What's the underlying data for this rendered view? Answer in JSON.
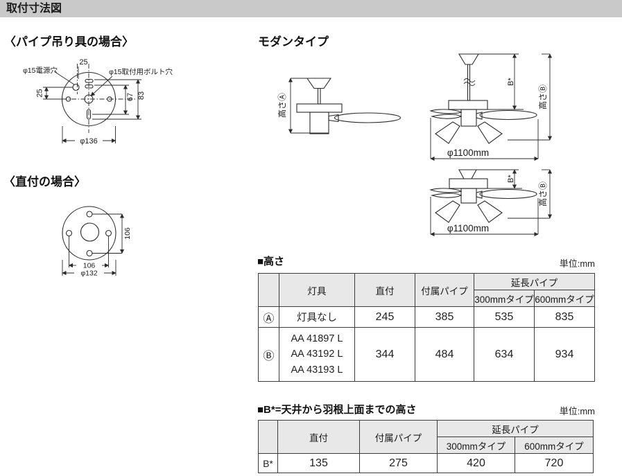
{
  "title_bar": {
    "text": "取付寸法図"
  },
  "pipe_mount": {
    "heading": "〈パイプ吊り具の場合〉",
    "power_hole_label": "φ15電源穴",
    "bolt_hole_label": "φ15取付用ボルト穴",
    "dim_top": "25",
    "dim_left": "25",
    "dim_inner": "67",
    "dim_outer": "83",
    "dim_diameter": "φ136"
  },
  "direct_mount": {
    "heading": "〈直付の場合〉",
    "dim_vertical": "106",
    "dim_horizontal": "106",
    "dim_diameter": "φ132"
  },
  "modern": {
    "heading": "モダンタイプ",
    "fan_a_height_label": "高さⒶ",
    "fan_b_height_label": "高さⒷ",
    "fan_b_bstar": "B*",
    "fan_b_diameter": "φ1100mm",
    "fan_c_height_label": "高さⒷ",
    "fan_c_bstar": "B*",
    "fan_c_diameter": "φ1100mm"
  },
  "height_table": {
    "title": "■高さ",
    "unit": "単位:mm",
    "headers": {
      "lamp": "灯具",
      "direct": "直付",
      "included_pipe": "付属パイプ",
      "extension_pipe": "延長パイプ",
      "type_300": "300mmタイプ",
      "type_600": "600mmタイプ"
    },
    "row_a": {
      "mark": "Ⓐ",
      "lamp": "灯具なし",
      "direct": "245",
      "included_pipe": "385",
      "type_300": "535",
      "type_600": "835"
    },
    "row_b": {
      "mark": "Ⓑ",
      "lamp_lines": [
        "AA 41897 L",
        "AA 43192 L",
        "AA 43193 L"
      ],
      "direct": "344",
      "included_pipe": "484",
      "type_300": "634",
      "type_600": "934"
    }
  },
  "bstar_table": {
    "title": "■B*=天井から羽根上面までの高さ",
    "unit": "単位:mm",
    "headers": {
      "direct": "直付",
      "included_pipe": "付属パイプ",
      "extension_pipe": "延長パイプ",
      "type_300": "300mmタイプ",
      "type_600": "600mmタイプ"
    },
    "row": {
      "mark": "B*",
      "direct": "135",
      "included_pipe": "275",
      "type_300": "420",
      "type_600": "720"
    }
  },
  "colors": {
    "title_bar_bg": "#c9c9c9",
    "table_header_bg": "#e8e8e8",
    "line": "#2a2a2a"
  }
}
